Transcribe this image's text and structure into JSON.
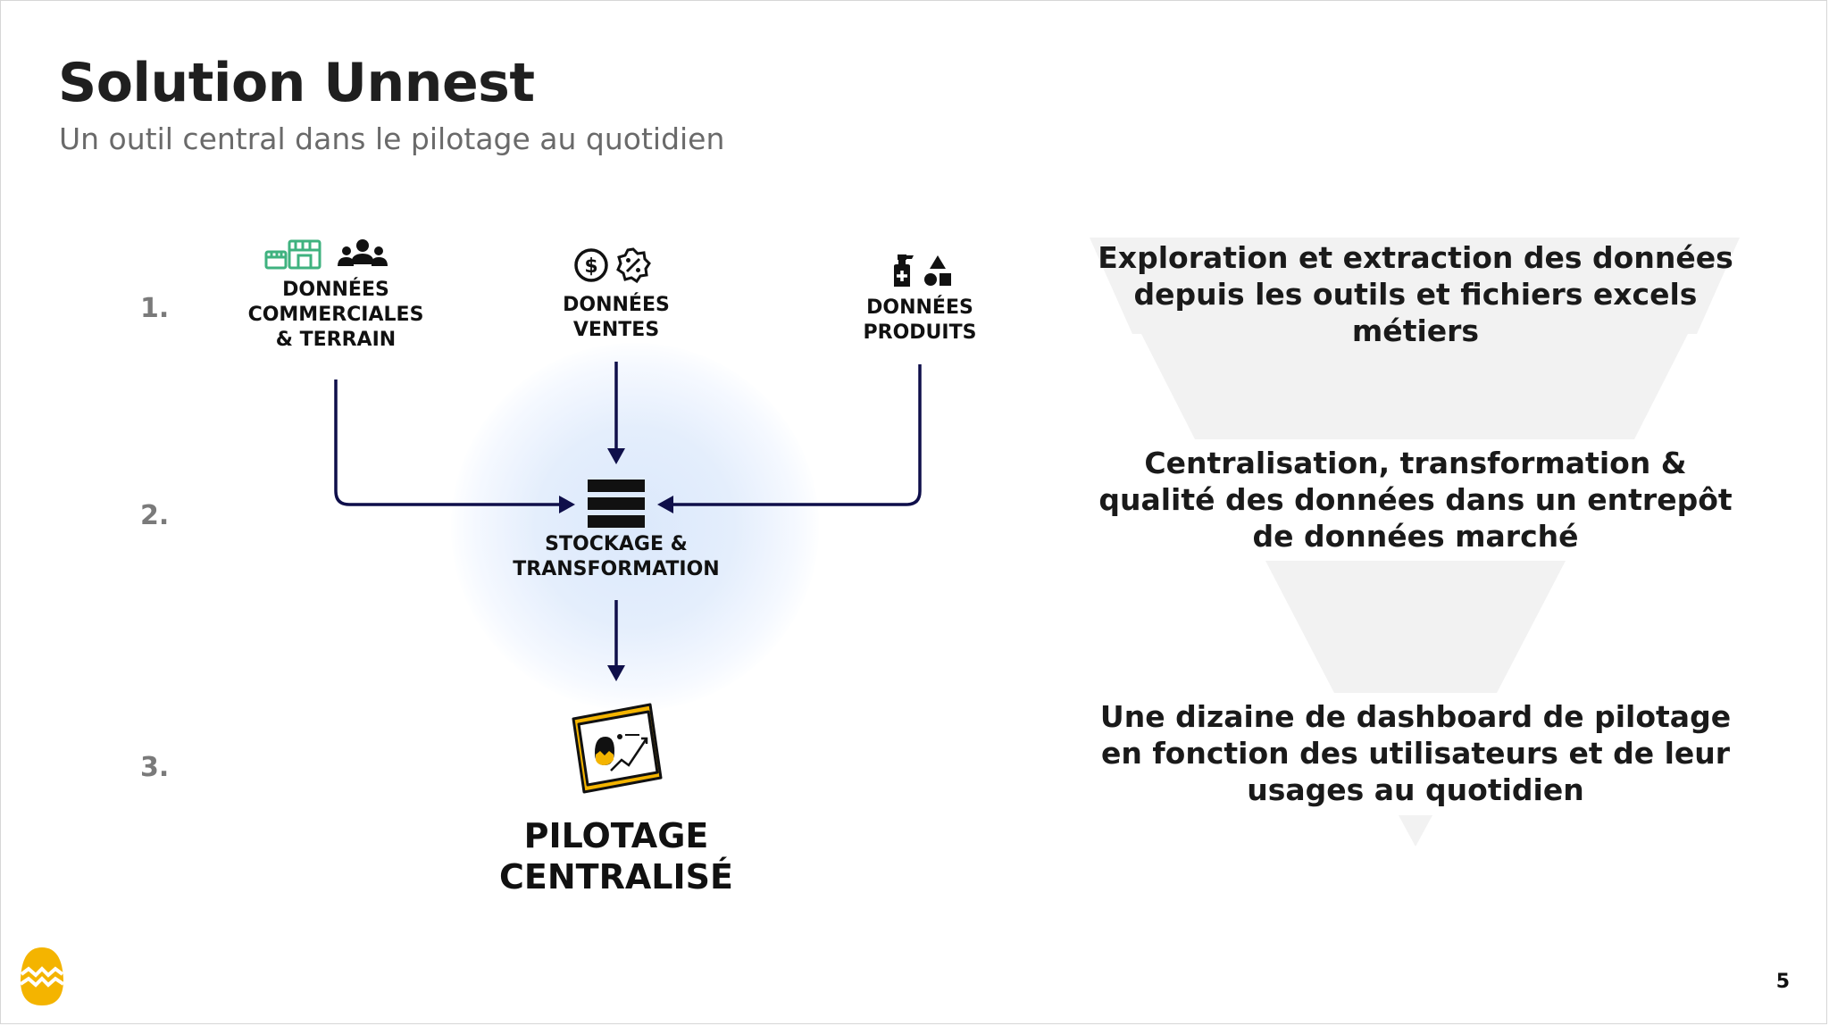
{
  "slide": {
    "title": "Solution Unnest",
    "subtitle": "Un outil central dans le pilotage au quotidien",
    "page_number": "5"
  },
  "steps": [
    "1.",
    "2.",
    "3."
  ],
  "sources": [
    {
      "label": "DONNÉES\nCOMMERCIALES\n& TERRAIN",
      "icons": [
        "store-icon",
        "team-icon"
      ]
    },
    {
      "label": "DONNÉES\nVENTES",
      "icons": [
        "dollar-coin-icon",
        "discount-badge-icon"
      ]
    },
    {
      "label": "DONNÉES\nPRODUITS",
      "icons": [
        "spray-bottle-icon",
        "shapes-icon"
      ]
    }
  ],
  "storage": {
    "label": "STOCKAGE &\nTRANSFORMATION",
    "icon": "database-stack-icon"
  },
  "output": {
    "label": "PILOTAGE\nCENTRALISÉ",
    "icon": "dashboard-screen-icon"
  },
  "funnel": [
    {
      "text": "Exploration et extraction des données depuis les outils et fichiers excels métiers"
    },
    {
      "text": "Centralisation, transformation & qualité des données dans un entrepôt de données marché"
    },
    {
      "text": "Une dizaine de dashboard de pilotage en fonction des utilisateurs et de leur usages au quotidien"
    }
  ],
  "colors": {
    "arrow": "#0f0f4a",
    "store_icon": "#3fb27f",
    "funnel": "#f2f2f2",
    "logo": "#f4b400",
    "glow": "#dbe8fb"
  }
}
